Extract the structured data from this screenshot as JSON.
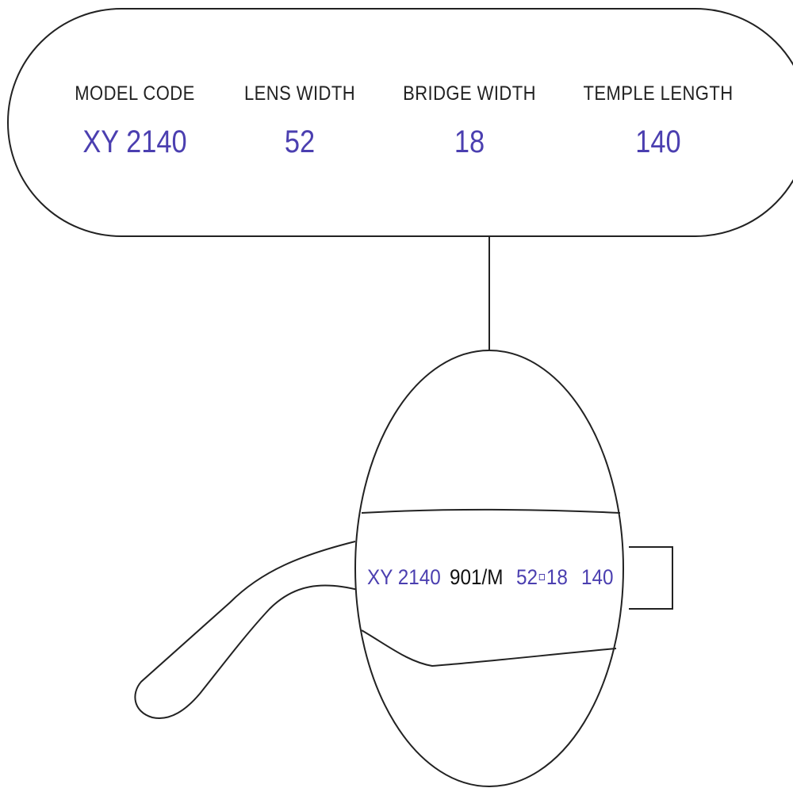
{
  "spec_card": {
    "fields": [
      {
        "label": "MODEL CODE",
        "value": "XY 2140"
      },
      {
        "label": "LENS WIDTH",
        "value": "52"
      },
      {
        "label": "BRIDGE WIDTH",
        "value": "18"
      },
      {
        "label": "TEMPLE LENGTH",
        "value": "140"
      }
    ]
  },
  "temple_imprint": {
    "model_code": "XY 2140",
    "color_code": "901/M",
    "lens_width": "52",
    "bridge_width": "18",
    "temple_length": "140"
  },
  "colors": {
    "accent": "#4b3fb0",
    "line": "#222222"
  }
}
